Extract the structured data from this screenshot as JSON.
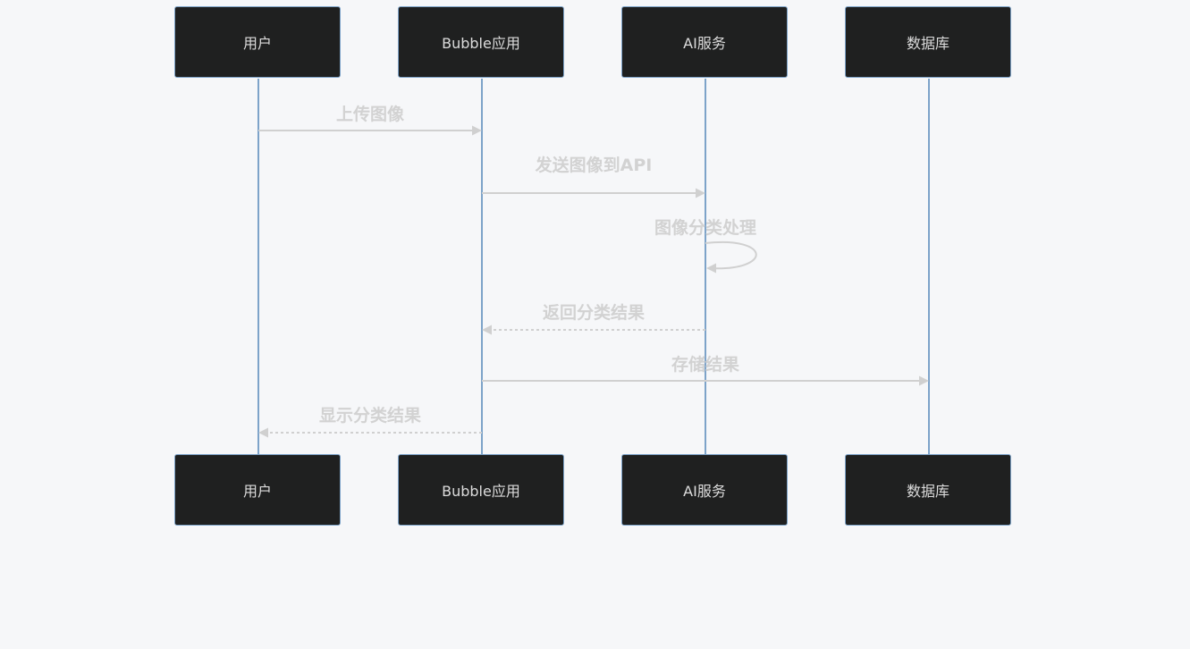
{
  "participants": [
    {
      "id": "user",
      "label": "用户"
    },
    {
      "id": "app",
      "label": "Bubble应用"
    },
    {
      "id": "ai",
      "label": "AI服务"
    },
    {
      "id": "db",
      "label": "数据库"
    }
  ],
  "messages": [
    {
      "from": "user",
      "to": "app",
      "label": "上传图像",
      "style": "solid"
    },
    {
      "from": "app",
      "to": "ai",
      "label": "发送图像到API",
      "style": "solid"
    },
    {
      "from": "ai",
      "to": "ai",
      "label": "图像分类处理",
      "style": "solid"
    },
    {
      "from": "ai",
      "to": "app",
      "label": "返回分类结果",
      "style": "dashed"
    },
    {
      "from": "app",
      "to": "db",
      "label": "存储结果",
      "style": "solid"
    },
    {
      "from": "app",
      "to": "user",
      "label": "显示分类结果",
      "style": "dashed"
    }
  ],
  "colors": {
    "background": "#f6f7f9",
    "actor_fill": "#1f2020",
    "actor_border": "#7da3c9",
    "lifeline": "#7da3c9",
    "message_line": "#d0d0d0",
    "text": "#d2d2d2"
  }
}
